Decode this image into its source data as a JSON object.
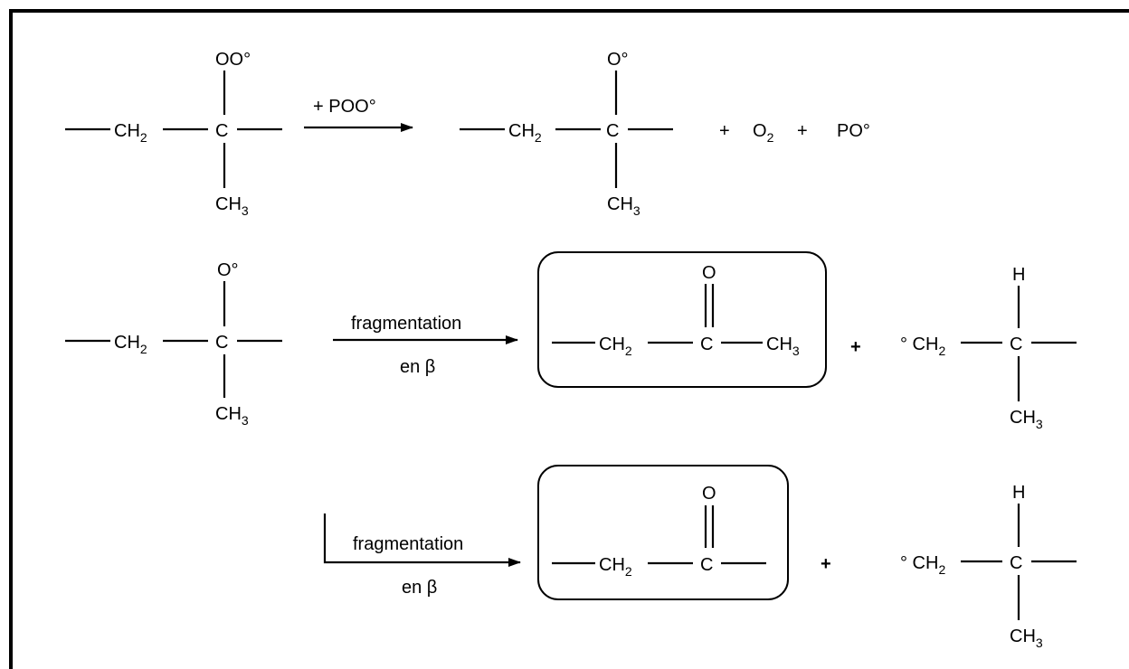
{
  "diagram": {
    "row1": {
      "reactant": {
        "chain_left": "CH",
        "chain_left_sub": "2",
        "center": "C",
        "top_group": "OO°",
        "bottom_group": "CH",
        "bottom_sub": "3"
      },
      "arrow_label": "+ POO°",
      "product": {
        "chain_left": "CH",
        "chain_left_sub": "2",
        "center": "C",
        "top_group": "O°",
        "bottom_group": "CH",
        "bottom_sub": "3"
      },
      "byproducts": {
        "plus1": "+",
        "o2": "O",
        "o2_sub": "2",
        "plus2": "+",
        "po": "PO°"
      }
    },
    "row2": {
      "reactant": {
        "chain_left": "CH",
        "chain_left_sub": "2",
        "center": "C",
        "top_group": "O°",
        "bottom_group": "CH",
        "bottom_sub": "3"
      },
      "arrow_label_top": "fragmentation",
      "arrow_label_bottom": "en β",
      "ketone": {
        "chain": "CH",
        "chain_sub": "2",
        "center": "C",
        "top_group": "O",
        "right_group": "CH",
        "right_sub": "3"
      },
      "plus": "+",
      "radical": {
        "left": "° CH",
        "left_sub": "2",
        "center": "C",
        "top_group": "H",
        "bottom_group": "CH",
        "bottom_sub": "3"
      }
    },
    "row3": {
      "arrow_label_top": "fragmentation",
      "arrow_label_bottom": "en β",
      "ketone": {
        "chain": "CH",
        "chain_sub": "2",
        "center": "C",
        "top_group": "O"
      },
      "plus": "+",
      "radical": {
        "left": "° CH",
        "left_sub": "2",
        "center": "C",
        "top_group": "H",
        "bottom_group": "CH",
        "bottom_sub": "3"
      }
    }
  }
}
